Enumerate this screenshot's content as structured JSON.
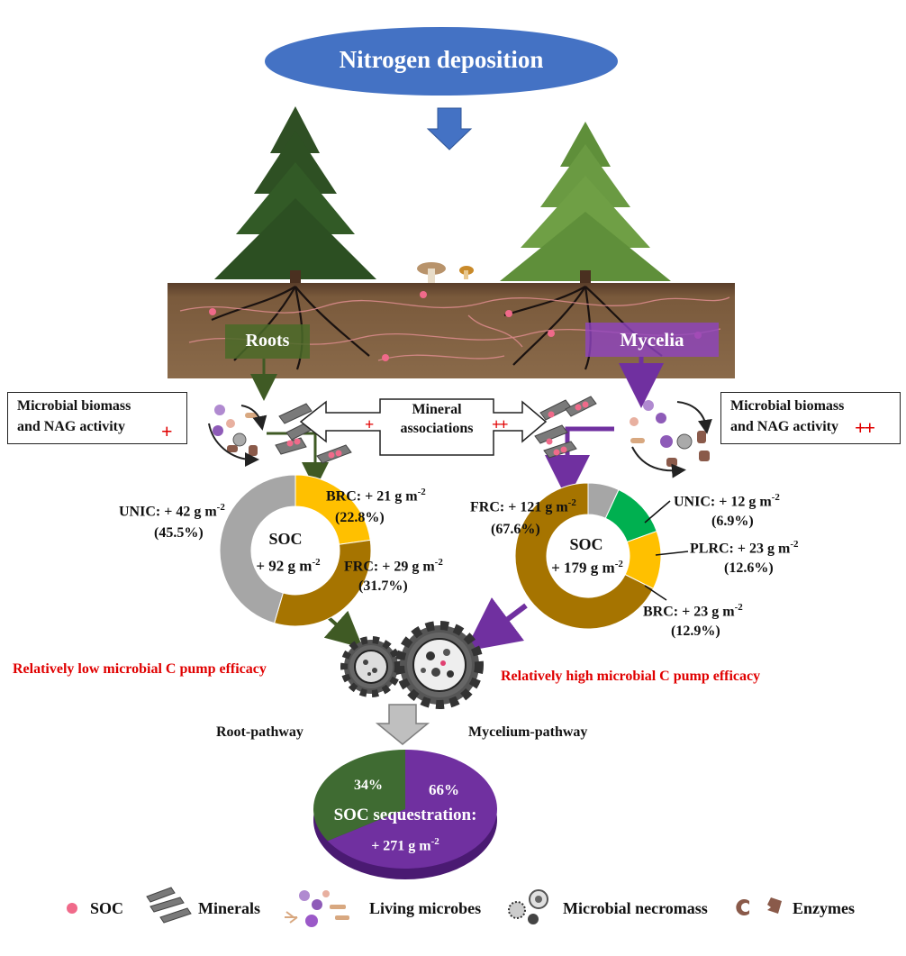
{
  "title": "Nitrogen deposition",
  "labels": {
    "roots": "Roots",
    "mycelia": "Mycelia",
    "mineral_associations_line1": "Mineral",
    "mineral_associations_line2": "associations",
    "mineral_left_sign": "+",
    "mineral_right_sign": "++",
    "microbial_left_line1": "Microbial biomass",
    "microbial_left_line2": "and NAG activity",
    "microbial_left_sign": "+",
    "microbial_right_line1": "Microbial biomass",
    "microbial_right_line2": "and NAG activity",
    "microbial_right_sign": "++",
    "low_efficacy": "Relatively low microbial C pump efficacy",
    "high_efficacy": "Relatively high microbial C pump efficacy",
    "root_pathway": "Root-pathway",
    "mycelium_pathway": "Mycelium-pathway",
    "soc_sequestration": "SOC sequestration:",
    "soc_sequestration_value": "+ 271 g m",
    "unit_exp": "-2"
  },
  "left_donut": {
    "center_line1": "SOC",
    "center_line2": "+ 92 g m",
    "segments": [
      {
        "name": "BRC",
        "label": "BRC: + 21 g m",
        "pct_label": "(22.8%)",
        "fraction": 0.228,
        "color": "#FFC000"
      },
      {
        "name": "FRC",
        "label": "FRC: + 29 g m",
        "pct_label": "(31.7%)",
        "fraction": 0.317,
        "color": "#A67400"
      },
      {
        "name": "UNIC",
        "label": "UNIC: + 42 g m",
        "pct_label": "(45.5%)",
        "fraction": 0.455,
        "color": "#A6A6A6"
      }
    ]
  },
  "right_donut": {
    "center_line1": "SOC",
    "center_line2": "+ 179 g m",
    "segments": [
      {
        "name": "UNIC",
        "label": "UNIC: + 12 g m",
        "pct_label": "(6.9%)",
        "fraction": 0.069,
        "color": "#A6A6A6"
      },
      {
        "name": "PLRC",
        "label": "PLRC: + 23 g m",
        "pct_label": "(12.6%)",
        "fraction": 0.126,
        "color": "#00B050"
      },
      {
        "name": "BRC",
        "label": "BRC: + 23 g m",
        "pct_label": "(12.9%)",
        "fraction": 0.129,
        "color": "#FFC000"
      },
      {
        "name": "FRC",
        "label": "FRC: + 121 g m",
        "pct_label": "(67.6%)",
        "fraction": 0.676,
        "color": "#A67400"
      }
    ]
  },
  "bottom_pie": {
    "segments": [
      {
        "name": "Root-pathway",
        "pct_label": "34%",
        "fraction": 0.34,
        "color": "#3F6B32"
      },
      {
        "name": "Mycelium-pathway",
        "pct_label": "66%",
        "fraction": 0.66,
        "color": "#7030A0"
      }
    ]
  },
  "legend": [
    {
      "label": "SOC",
      "icon": "soc-dot-icon"
    },
    {
      "label": "Minerals",
      "icon": "minerals-icon"
    },
    {
      "label": "Living microbes",
      "icon": "living-microbes-icon"
    },
    {
      "label": "Microbial necromass",
      "icon": "necromass-icon"
    },
    {
      "label": "Enzymes",
      "icon": "enzymes-icon"
    }
  ],
  "colors": {
    "title_ellipse": "#4472C4",
    "root_green": "#3F5A24",
    "mycelia_purple": "#7030A0",
    "soil": "#7A5A3C",
    "emphasis_red": "#E00000"
  }
}
